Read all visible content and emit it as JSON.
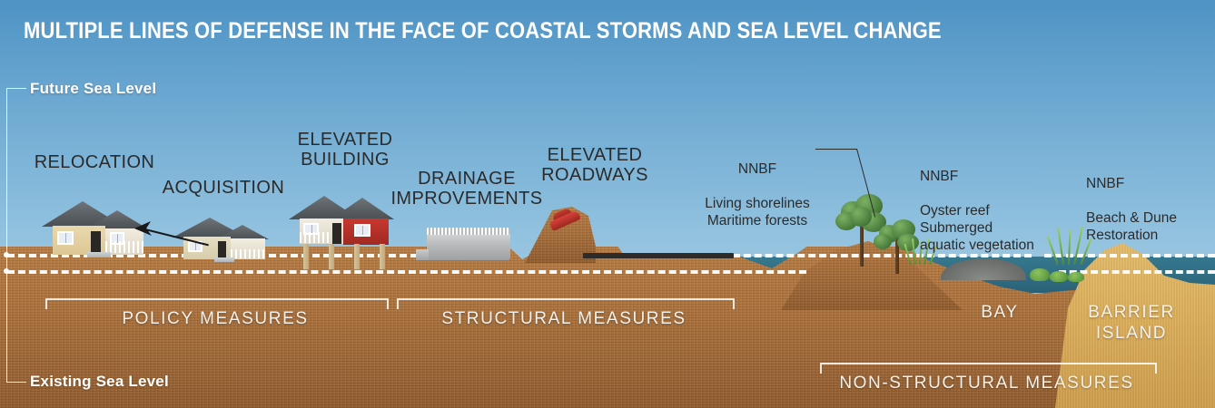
{
  "title": "MULTIPLE LINES OF DEFENSE IN THE FACE OF COASTAL STORMS AND SEA LEVEL CHANGE",
  "sea_levels": {
    "future_label": "Future Sea Level",
    "existing_label": "Existing Sea Level"
  },
  "measures": [
    {
      "key": "relocation",
      "label": "RELOCATION"
    },
    {
      "key": "acquisition",
      "label": "ACQUISITION"
    },
    {
      "key": "elevated_building",
      "label": "ELEVATED\nBUILDING"
    },
    {
      "key": "drainage",
      "label": "DRAINAGE\nIMPROVEMENTS"
    },
    {
      "key": "elevated_roadways",
      "label": "ELEVATED\nROADWAYS"
    }
  ],
  "nnbf": [
    {
      "key": "shorelines",
      "heading": "NNBF",
      "lines": "Living shorelines\nMaritime forests"
    },
    {
      "key": "oyster",
      "heading": "NNBF",
      "lines": "Oyster reef\nSubmerged\naquatic vegetation"
    },
    {
      "key": "beach_dune",
      "heading": "NNBF",
      "lines": "Beach & Dune\nRestoration"
    }
  ],
  "categories": [
    {
      "key": "policy",
      "label": "POLICY MEASURES"
    },
    {
      "key": "structural",
      "label": "STRUCTURAL MEASURES"
    },
    {
      "key": "nonstructural",
      "label": "NON-STRUCTURAL MEASURES"
    }
  ],
  "places": [
    {
      "key": "bay",
      "label": "BAY"
    },
    {
      "key": "barrier_island",
      "label": "BARRIER\nISLAND"
    }
  ],
  "colors": {
    "sky_top": "#4e93c4",
    "sky_bottom": "#b3d3e6",
    "soil": "#a96f38",
    "sand_light": "#ddb05c",
    "water": "#2f6c82",
    "sea_line": "#ffffff",
    "title_text": "#ffffff",
    "label_dark": "#2b2b2b"
  }
}
